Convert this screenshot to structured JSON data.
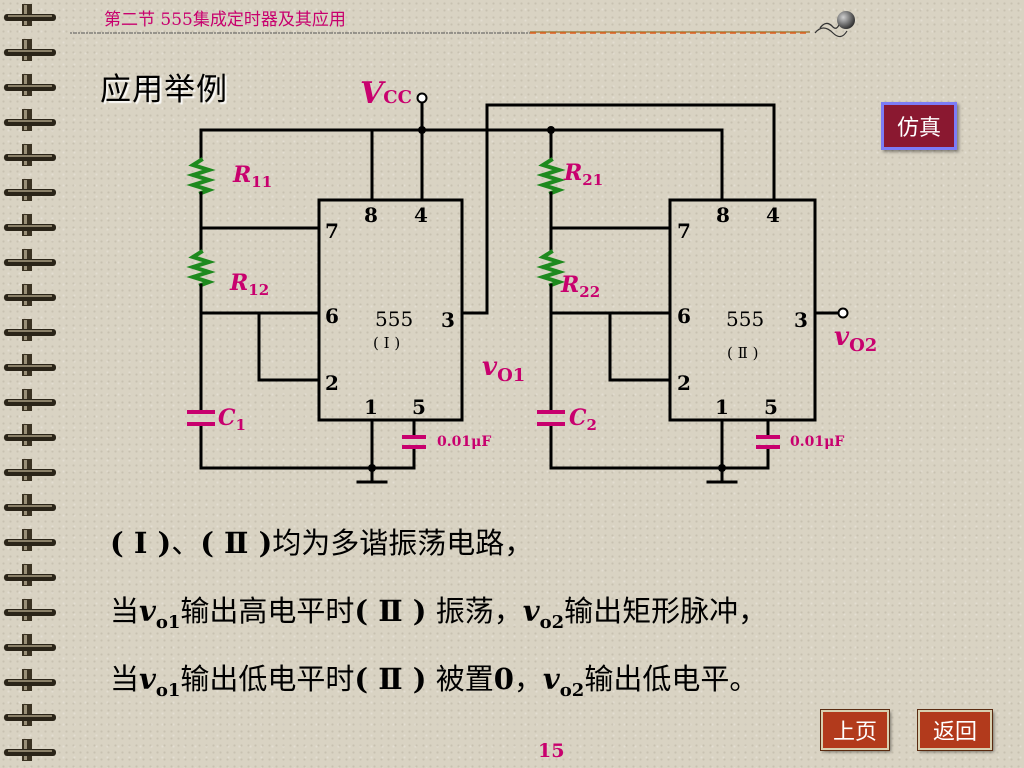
{
  "header": {
    "title": "第二节  555集成定时器及其应用"
  },
  "heading": "应用举例",
  "buttons": {
    "simulate": "仿真",
    "prev_page": "上页",
    "back": "返回"
  },
  "page_number": "15",
  "colors": {
    "label_magenta": "#c8006e",
    "resistor_green": "#1e8a1e",
    "capacitor_magenta": "#c8006e",
    "nav_button": "#b23a1c",
    "sim_button": "#8a1830"
  },
  "circuit": {
    "vcc": {
      "main": "V",
      "sub": "CC"
    },
    "r11": {
      "main": "R",
      "sub": "11"
    },
    "r12": {
      "main": "R",
      "sub": "12"
    },
    "c1": {
      "main": "C",
      "sub": "1"
    },
    "r21": {
      "main": "R",
      "sub": "21"
    },
    "r22": {
      "main": "R",
      "sub": "22"
    },
    "c2": {
      "main": "C",
      "sub": "2"
    },
    "cap_label_1": "0.01μF",
    "cap_label_2": "0.01μF",
    "vo1": {
      "main": "v",
      "sub": "O1"
    },
    "vo2": {
      "main": "v",
      "sub": "O2"
    },
    "chip1": {
      "name": "555",
      "id": "( Ⅰ )",
      "pins": {
        "p8": "8",
        "p4": "4",
        "p7": "7",
        "p6": "6",
        "p3": "3",
        "p2": "2",
        "p1": "1",
        "p5": "5"
      }
    },
    "chip2": {
      "name": "555",
      "id": "( Ⅱ )",
      "pins": {
        "p8": "8",
        "p4": "4",
        "p7": "7",
        "p6": "6",
        "p3": "3",
        "p2": "2",
        "p1": "1",
        "p5": "5"
      }
    }
  },
  "body": {
    "line1": {
      "a": "( Ⅰ )",
      "b": "、",
      "c": "( Ⅱ )",
      "d": "均为多谐振荡电路，"
    },
    "line2": {
      "a": "当",
      "v1": "v",
      "s1": "o1",
      "b": "输出高电平时",
      "c": "( Ⅱ )",
      "d": " 振荡，",
      "v2": "v",
      "s2": "o2",
      "e": "输出矩形脉冲，"
    },
    "line3": {
      "a": "当",
      "v1": "v",
      "s1": "o1",
      "b": "输出低电平时",
      "c": "( Ⅱ )",
      "d": " 被置",
      "n": "0",
      "e": "，",
      "v2": "v",
      "s2": "o2",
      "f": "输出低电平。"
    }
  }
}
